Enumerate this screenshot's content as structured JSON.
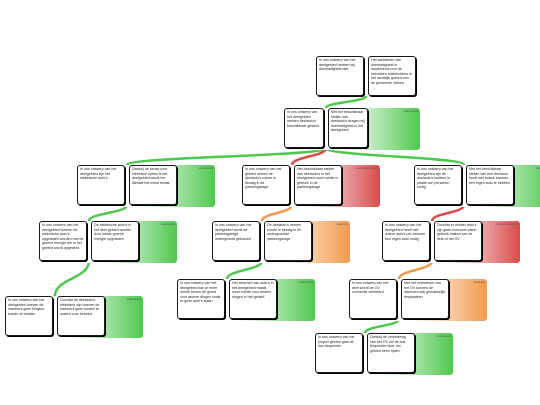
{
  "colors": {
    "green": "#4fc84f",
    "red": "#d94c4c",
    "orange": "#f39a4c",
    "box_border": "#1a1a1a"
  },
  "nodes": [
    {
      "id": "top",
      "style": "plain",
      "left": "In ons ontwerp van het deelgebied hebben wij doelmatigheid niet",
      "right": "Het aanbieden van doelmatigheid is inspirerend voor de betrokken stakeholders in het landelijk gebied van de gemeente Velsen",
      "tag": ""
    },
    {
      "id": "n1",
      "style": "green",
      "left": "In ons ontwerp van het deelgebied werden deelauto's beschikbaar gesteld",
      "right": "Met het beschikbaar stellen van deelauto's dragen wij doelmatigheid in het deelgebied",
      "tag": "onderbouwd"
    },
    {
      "id": "n2a",
      "style": "green",
      "left": "In ons ontwerp van het deelgebied zijn het elektrische auto's",
      "right": "Dankzij de keuze voor elektrisch opties is het deelgebied wordt het klimaat het minst belast",
      "tag": "onderbouwd"
    },
    {
      "id": "n2b",
      "style": "red",
      "left": "In ons ontwerp van het gebied nemen de deelauto's ruimte in beslag in de parkeergarage",
      "right": "Het beschikbaar stellen van deelauto's in het deelgebied moet ruimte in gebruik in de parkeergarage",
      "tag": "onderbouwd ingaan"
    },
    {
      "id": "n2c",
      "style": "green",
      "left": "In ons ontwerp van het deelgebied zijn de deelauto's hebben in plaats van personen nodig",
      "right": "Met het beschikbaar stellen van een deelauto heeft niet iedere inwoner een eigen auto te hebben",
      "tag": "onderbouwd"
    },
    {
      "id": "n3a",
      "style": "green",
      "left": "In ons ontwerp van het deelgebied kunnen de elektrische auto's opgeladen worden met de groene energie die in het gebied wordt opgewekt",
      "right": "De elektrische auto's in het deel gebied worden door lokale groene energie opgeladen",
      "tag": "onderbouwd"
    },
    {
      "id": "n3b",
      "style": "orange",
      "left": "In ons ontwerp van het deelgebied wordt de parkeergarage ondergronds gebouwd",
      "right": "De deelauto's nemen ruimte in beslag in de ondergrondse parkeergarage",
      "tag": "deels wijz"
    },
    {
      "id": "n3c",
      "style": "red",
      "left": "In ons ontwerp van het deelgebied heeft niet iedere auto's per inwoner een eigen auto nodig",
      "right": "Doordat er minder auto's zijn gaan inwoners vaker gebruik maken van de fiets of het OV",
      "tag": "onderbouwd ingaan"
    },
    {
      "id": "n4a",
      "style": "green",
      "left": "In ons ontwerp van het deelgebied hoeven de inwoners geen brayton kosten te betalen",
      "right": "Doordat de deelauto's elektrisch zijn hoeven de inwoners geen kosten te maken voor benzine",
      "tag": "onderbouwd"
    },
    {
      "id": "n4b",
      "style": "green",
      "left": "In ons ontwerp van het deelgebied kan je meer ruimte benen de grond voor andere dingen zoals er geen auto's staan",
      "right": "Het afnemen van auto's in het deelgebied maakt meer ruimte voor andere dingen in het gebied",
      "tag": "onderbouwd"
    },
    {
      "id": "n4c",
      "style": "orange",
      "left": "In ons ontwerp van het deel wordt de OV connectie verbeterd",
      "right": "Met het verbeteren van het OV kunnen de inwoners ook gemakkelijk emplaatsen",
      "tag": "deels wijz"
    },
    {
      "id": "n5",
      "style": "green",
      "left": "In ons ontwerp van het project gebied gaat de bus frequenter",
      "right": "Dankzij de verbetering van het OV zal de bus frequenter door het gebied heen rijden",
      "tag": "onderbouwd"
    }
  ]
}
